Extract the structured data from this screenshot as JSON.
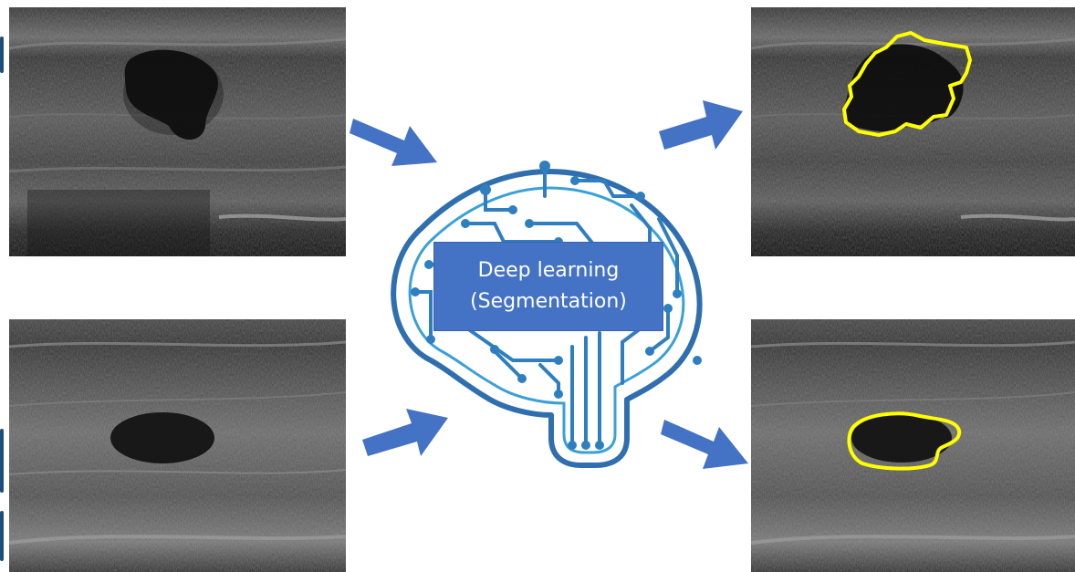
{
  "center_label": {
    "line1": "Deep learning",
    "line2": "(Segmentation)"
  },
  "panels": {
    "input_top": "ultrasound-mass-irregular",
    "input_bottom": "ultrasound-mass-oval",
    "output_top": "ultrasound-mass-irregular-segmented",
    "output_bottom": "ultrasound-mass-oval-segmented"
  },
  "icons": {
    "brain": "circuit-brain-icon",
    "arrow": "block-arrow-icon"
  },
  "colors": {
    "arrow": "#4472c4",
    "label_box": "#4472c4",
    "label_text": "#ffffff",
    "brain_outer": "#2f6fb0",
    "brain_inner": "#3aa0d8",
    "segmentation_outline": "#ffff00",
    "ultrasound_background": "#2a2a2a"
  }
}
